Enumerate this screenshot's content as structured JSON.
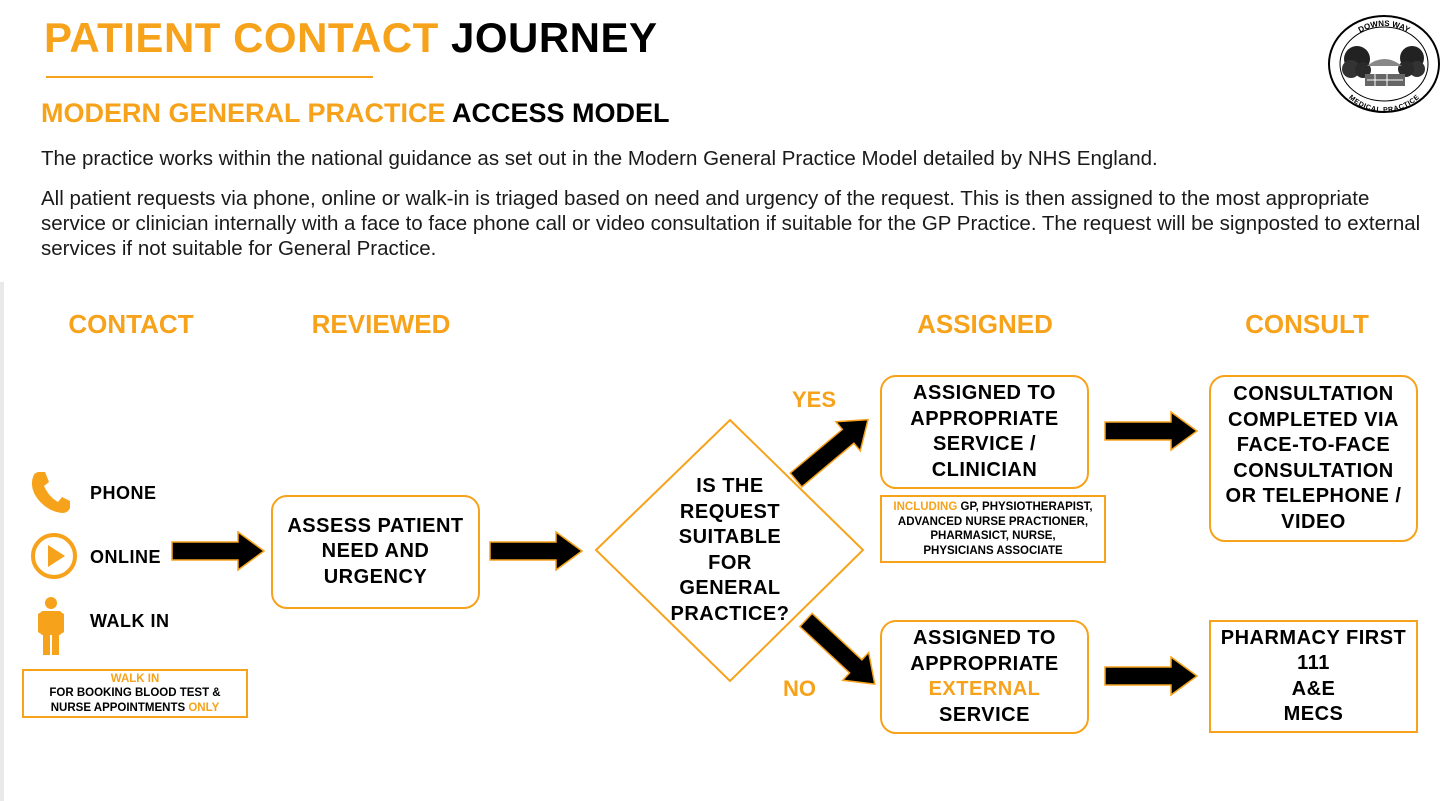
{
  "header": {
    "title_part1": "PATIENT CONTACT",
    "title_part2": "JOURNEY",
    "subtitle_part1": "MODERN GENERAL PRACTICE",
    "subtitle_part2": "ACCESS MODEL",
    "paragraph1": "The practice works within the national guidance as set out in the Modern General Practice Model detailed by NHS England.",
    "paragraph2": "All patient requests via phone, online or walk-in is triaged based on need and urgency of the request. This is then assigned to the most appropriate service or clinician internally with a face to face phone call or video consultation if suitable for the GP Practice. The request will be signposted to external services if not suitable for General Practice."
  },
  "logo": {
    "top_text": "DOWNS WAY",
    "bottom_text": "MEDICAL PRACTICE"
  },
  "stages": {
    "contact": "CONTACT",
    "reviewed": "REVIEWED",
    "assigned": "ASSIGNED",
    "consult": "CONSULT"
  },
  "channels": {
    "phone": "PHONE",
    "online": "ONLINE",
    "walk_in": "WALK IN"
  },
  "walkin_note": {
    "heading": "WALK IN",
    "line1": "FOR BOOKING BLOOD TEST &",
    "line2_prefix": "NURSE APPOINTMENTS",
    "line2_suffix": "ONLY"
  },
  "assess": {
    "line1": "ASSESS PATIENT",
    "line2": "NEED AND",
    "line3": "URGENCY"
  },
  "decision": {
    "line1": "IS THE",
    "line2": "REQUEST",
    "line3": "SUITABLE",
    "line4": "FOR",
    "line5": "GENERAL",
    "line6": "PRACTICE?"
  },
  "branches": {
    "yes": "YES",
    "no": "NO"
  },
  "assigned_internal": {
    "line1": "ASSIGNED TO",
    "line2": "APPROPRIATE",
    "line3": "SERVICE /",
    "line4": "CLINICIAN"
  },
  "including_note": {
    "prefix": "INCLUDING",
    "line1": "GP, PHYSIOTHERAPIST,",
    "line2": "ADVANCED NURSE PRACTIONER,",
    "line3": "PHARMASICT, NURSE,",
    "line4": "PHYSICIANS ASSOCIATE"
  },
  "assigned_external": {
    "line1": "ASSIGNED TO",
    "line2": "APPROPRIATE",
    "line3": "EXTERNAL",
    "line4": "SERVICE"
  },
  "consult_internal": {
    "line1": "CONSULTATION",
    "line2": "COMPLETED VIA",
    "line3": "FACE-TO-FACE",
    "line4": "CONSULTATION",
    "line5": "OR TELEPHONE /",
    "line6": "VIDEO"
  },
  "consult_external": {
    "line1": "PHARMACY FIRST",
    "line2": "111",
    "line3": "A&E",
    "line4": "MECS"
  },
  "colors": {
    "accent": "#F7A21B",
    "text": "#000000",
    "background": "#FFFFFF"
  },
  "icons": [
    "phone-icon",
    "play-icon",
    "person-icon",
    "arrow-right-icon"
  ]
}
